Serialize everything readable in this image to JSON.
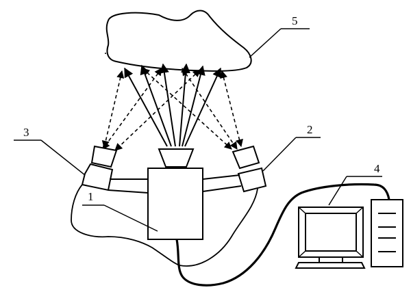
{
  "figure": {
    "callouts": [
      {
        "id": "shoe",
        "text": "5"
      },
      {
        "id": "right-camera",
        "text": "2"
      },
      {
        "id": "left-camera",
        "text": "3"
      },
      {
        "id": "control-box",
        "text": "1"
      },
      {
        "id": "computer",
        "text": "4"
      }
    ]
  },
  "colors": {
    "ink": "#000000",
    "background": "#ffffff"
  }
}
